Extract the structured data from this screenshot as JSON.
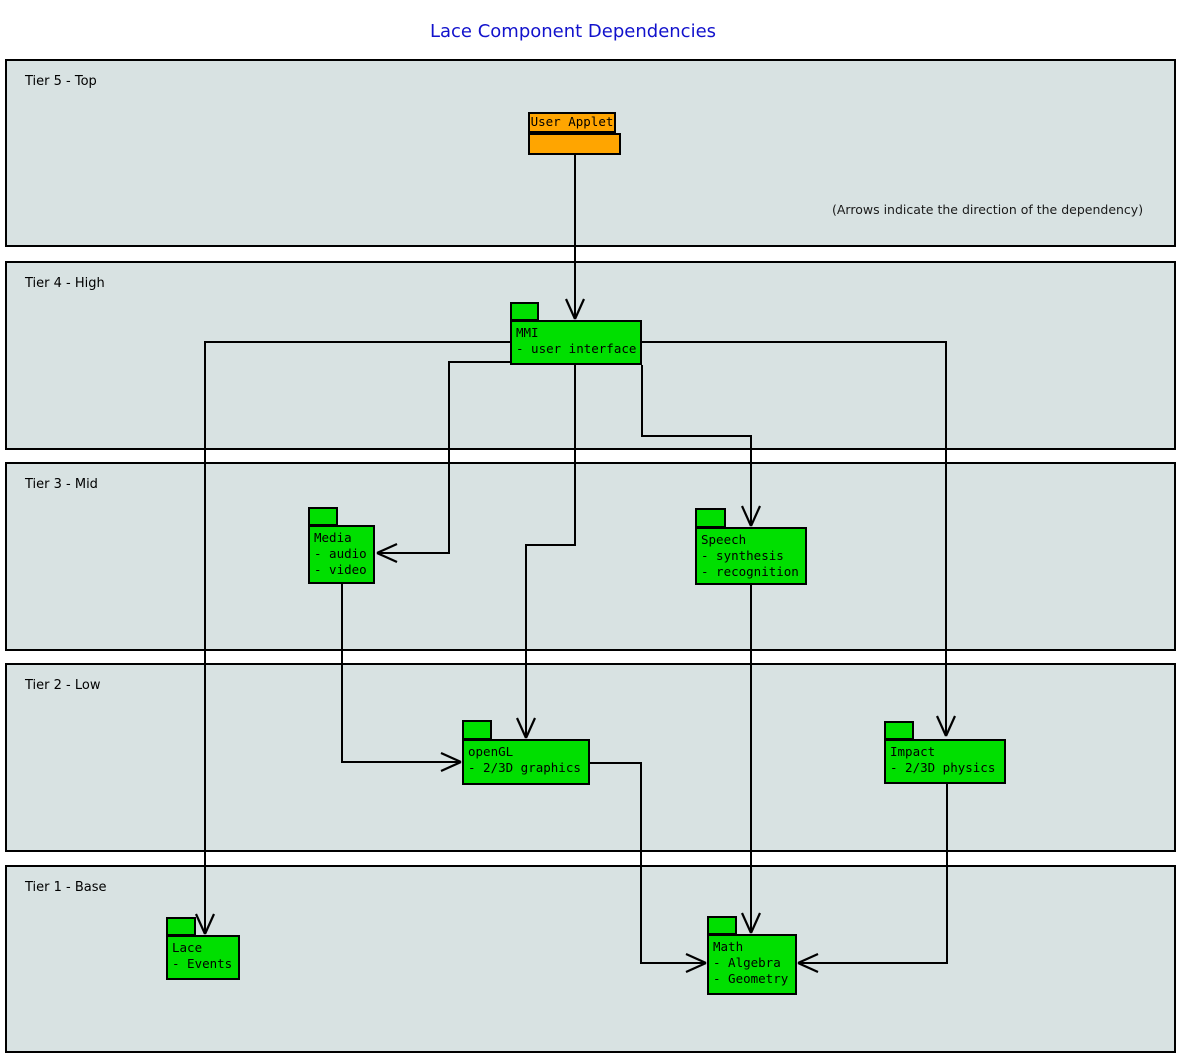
{
  "title": "Lace Component Dependencies",
  "note": "(Arrows indicate the direction of the dependency)",
  "colors": {
    "title_blue": "#1212cc",
    "tier_fill": "#d8e2e2",
    "component_green": "#00df00",
    "applet_orange": "#ffa500",
    "line_black": "#000000"
  },
  "tiers": [
    {
      "label": "Tier 5 - Top"
    },
    {
      "label": "Tier 4 - High"
    },
    {
      "label": "Tier 3 - Mid"
    },
    {
      "label": "Tier 2 - Low"
    },
    {
      "label": "Tier 1 - Base"
    }
  ],
  "components": {
    "user_applet": {
      "name": "User Applet",
      "details": []
    },
    "mmi": {
      "name": "MMI",
      "details": [
        "- user interface"
      ]
    },
    "media": {
      "name": "Media",
      "details": [
        "- audio",
        "- video"
      ]
    },
    "speech": {
      "name": "Speech",
      "details": [
        "- synthesis",
        "- recognition"
      ]
    },
    "opengl": {
      "name": "openGL",
      "details": [
        "- 2/3D graphics"
      ]
    },
    "impact": {
      "name": "Impact",
      "details": [
        "- 2/3D physics"
      ]
    },
    "lace": {
      "name": "Lace",
      "details": [
        "- Events"
      ]
    },
    "math": {
      "name": "Math",
      "details": [
        "- Algebra",
        "- Geometry"
      ]
    }
  },
  "dependencies": [
    {
      "from": "User Applet",
      "to": "MMI"
    },
    {
      "from": "MMI",
      "to": "Lace"
    },
    {
      "from": "MMI",
      "to": "Media"
    },
    {
      "from": "MMI",
      "to": "openGL"
    },
    {
      "from": "MMI",
      "to": "Speech"
    },
    {
      "from": "MMI",
      "to": "Impact"
    },
    {
      "from": "Media",
      "to": "openGL"
    },
    {
      "from": "openGL",
      "to": "Math"
    },
    {
      "from": "Speech",
      "to": "Math"
    },
    {
      "from": "Impact",
      "to": "Math"
    }
  ]
}
